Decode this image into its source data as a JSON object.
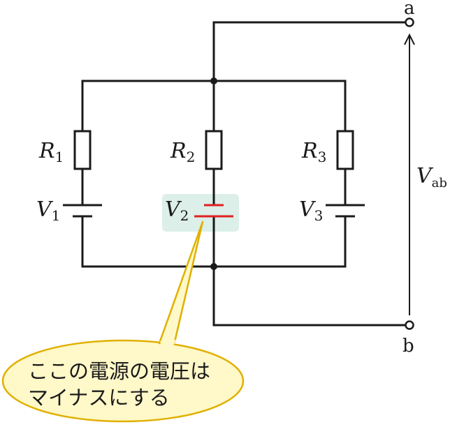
{
  "labels": {
    "r1": "R",
    "r1_sub": "1",
    "r2": "R",
    "r2_sub": "2",
    "r3": "R",
    "r3_sub": "3",
    "v1": "V",
    "v1_sub": "1",
    "v2": "V",
    "v2_sub": "2",
    "v3": "V",
    "v3_sub": "3",
    "vab": "V",
    "vab_sub": "ab",
    "terminal_a": "a",
    "terminal_b": "b"
  },
  "callout": {
    "line1": "ここの電源の電圧は",
    "line2": "マイナスにする"
  },
  "colors": {
    "wire": "#1a1a1a",
    "reversed_battery": "#e02020",
    "highlight": "#dcefe9",
    "callout_fill": "#fff8c8",
    "callout_border": "#e0b000"
  }
}
